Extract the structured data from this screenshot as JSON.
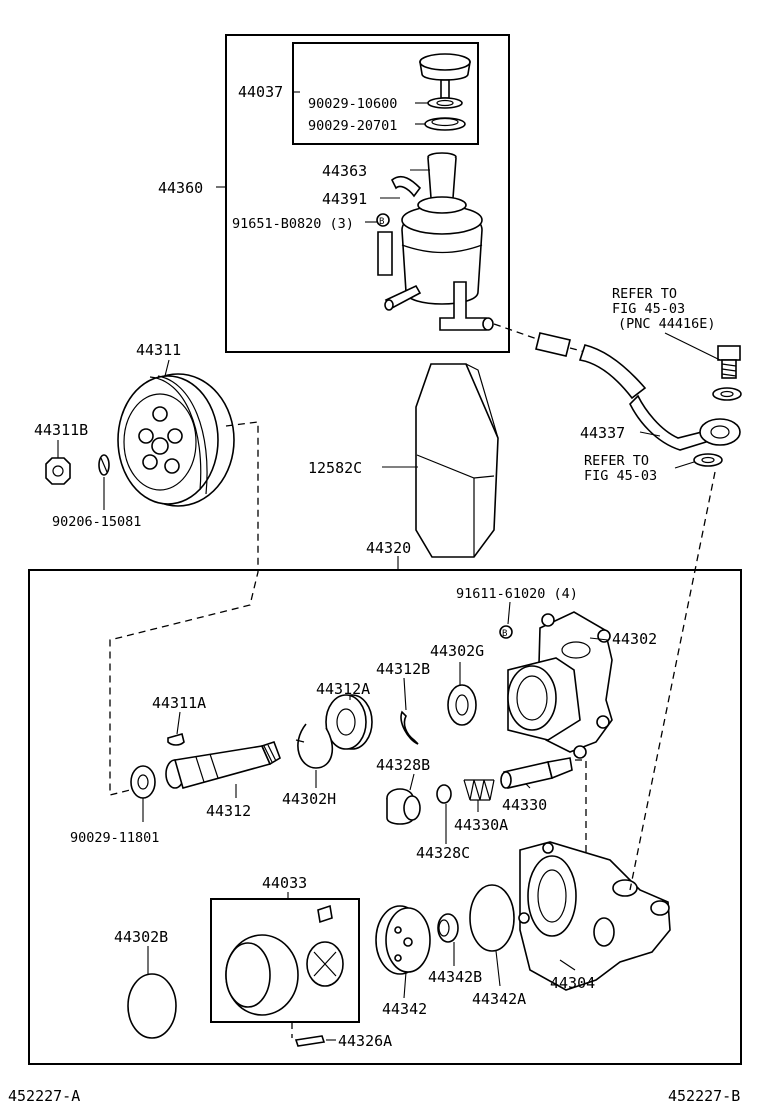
{
  "labels": {
    "p44037": "44037",
    "p90029_10600": "90029-10600",
    "p90029_20701": "90029-20701",
    "p44360": "44360",
    "p44363": "44363",
    "p44391": "44391",
    "p91651": "91651-B0820 (3)",
    "refer1_a": "REFER TO",
    "refer1_b": "FIG 45-03",
    "refer1_c": "(PNC 44416E)",
    "p44311": "44311",
    "p44311B": "44311B",
    "p90206": "90206-15081",
    "p12582C": "12582C",
    "p44337": "44337",
    "refer2_a": "REFER TO",
    "refer2_b": "FIG 45-03",
    "p44320": "44320",
    "p91611": "91611-61020 (4)",
    "p44302": "44302",
    "p44302G": "44302G",
    "p44312B": "44312B",
    "p44312A": "44312A",
    "p44311A": "44311A",
    "p44328B": "44328B",
    "p44312": "44312",
    "p44302H": "44302H",
    "p44330": "44330",
    "p44330A": "44330A",
    "p90029_11801": "90029-11801",
    "p44328C": "44328C",
    "p44033": "44033",
    "p44302B": "44302B",
    "p44342B": "44342B",
    "p44304": "44304",
    "p44342": "44342",
    "p44342A": "44342A",
    "p44326A": "44326A",
    "foot_left": "452227-A",
    "foot_right": "452227-B"
  },
  "icons": [
    "reservoir-cap",
    "reservoir-tank",
    "pulley",
    "pump-body",
    "vane-cartridge",
    "flow-control-valve",
    "banjo-union"
  ]
}
